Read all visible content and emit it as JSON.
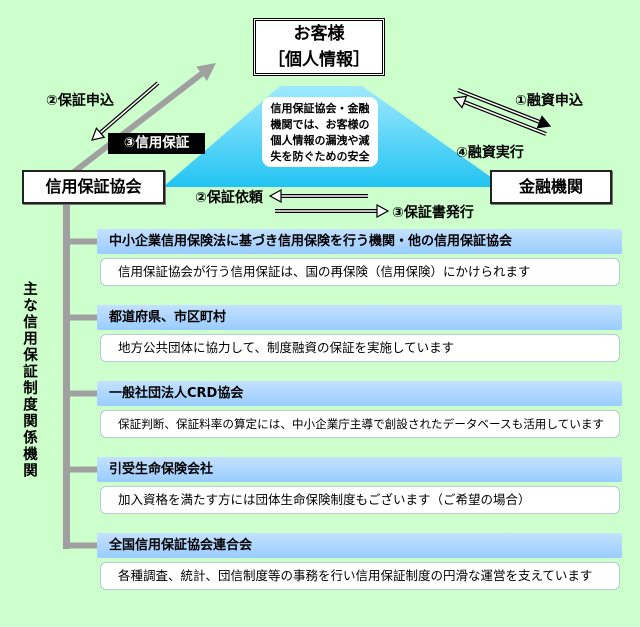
{
  "customer_box": {
    "title": "お客様",
    "subtitle": "［個人情報］"
  },
  "association_box": {
    "label": "信用保証協会"
  },
  "bank_box": {
    "label": "金融機関"
  },
  "triangle_note": {
    "lines": [
      "信用保証協会・金融",
      "機関では、お客様の",
      "個人情報の漏洩や減",
      "失を防ぐための安全"
    ]
  },
  "flows": {
    "guarantee_application": "②保証申込",
    "credit_guarantee": "③信用保証",
    "loan_application": "①融資申込",
    "loan_execution": "④融資実行",
    "guarantee_request": "②保証依頼",
    "guarantee_issuance": "③保証書発行"
  },
  "related_orgs_heading": "主な信用保証制度関係機関",
  "groups": [
    {
      "title": "中小企業信用保険法に基づき信用保険を行う機関・他の信用保証協会",
      "description": "信用保証協会が行う信用保証は、国の再保険（信用保険）にかけられます"
    },
    {
      "title": "都道府県、市区町村",
      "description": "地方公共団体に協力して、制度融資の保証を実施しています"
    },
    {
      "title": "一般社団法人CRD協会",
      "description": "保証判断、保証料率の算定には、中小企業庁主導で創設されたデータベースも活用しています"
    },
    {
      "title": "引受生命保険会社",
      "description": "加入資格を満たす方には団体生命保険制度もございます（ご希望の場合）"
    },
    {
      "title": "全国信用保証協会連合会",
      "description": "各種調査、統計、団信制度等の事務を行い信用保証制度の円滑な運営を支えています"
    }
  ],
  "colors": {
    "background": "#ccffcc",
    "triangle": "#22c4f2",
    "header": "#99ccff",
    "connector": "#a0a0a0",
    "label_bg": "#000000"
  }
}
